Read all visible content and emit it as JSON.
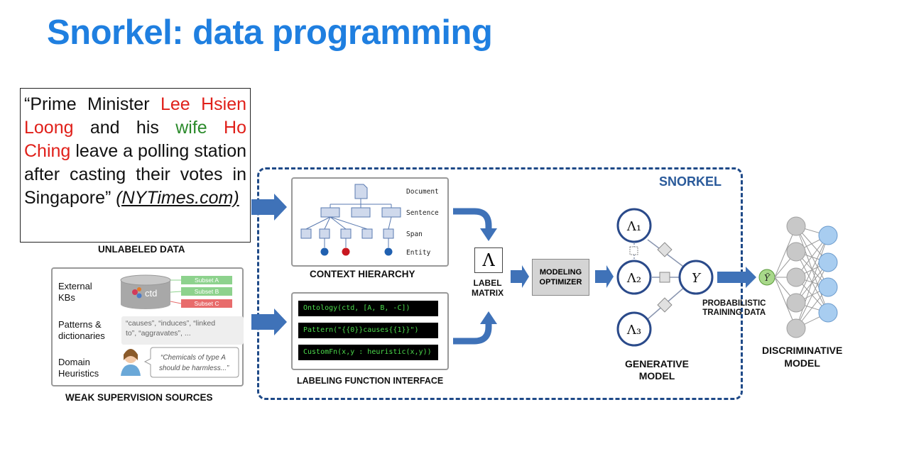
{
  "title": "Snorkel: data programming",
  "quote": {
    "open": "“Prime Minister ",
    "person": "Lee Hsien Loong",
    "mid1": " and his ",
    "relation": "wife",
    "mid2": " ",
    "spouse": "Ho Ching",
    "rest": " leave a polling station after casting their votes in Singapore”",
    "source": "(NYTimes.com)"
  },
  "labels": {
    "unlabeled": "UNLABELED DATA",
    "weak": "WEAK SUPERVISION SOURCES",
    "snorkel": "SNORKEL",
    "context": "CONTEXT HIERARCHY",
    "lfi": "LABELING FUNCTION INTERFACE",
    "label_matrix_l1": "LABEL",
    "label_matrix_l2": "MATRIX",
    "optimizer_l1": "MODELING",
    "optimizer_l2": "OPTIMIZER",
    "generative_l1": "GENERATIVE",
    "generative_l2": "MODEL",
    "prob_l1": "PROBABILISTIC",
    "prob_l2": "TRAINING DATA",
    "disc_l1": "DISCRIMINATIVE",
    "disc_l2": "MODEL"
  },
  "hierarchy_levels": [
    "Document",
    "Sentence",
    "Span",
    "Entity"
  ],
  "weak_sources": {
    "kb_l1": "External",
    "kb_l2": "KBs",
    "kb_db": "ctd",
    "subsets": [
      "Subset A",
      "Subset B",
      "Subset C"
    ],
    "patterns_l1": "Patterns &",
    "patterns_l2": "dictionaries",
    "patterns_note_l1": "“causes”, “induces”, “linked",
    "patterns_note_l2": "to”, “aggravates”, ...",
    "domain_l1": "Domain",
    "domain_l2": "Heuristics",
    "domain_note_l1": "“Chemicals of type A",
    "domain_note_l2": "should be harmless...”"
  },
  "labeling_functions": [
    "Ontology(ctd, [A, B, -C])",
    "Pattern(\"{{0}}causes{{1}}\")",
    "CustomFn(x,y : heuristic(x,y))"
  ],
  "matrix_symbol": "Λ",
  "gen_nodes": {
    "l1": "Λ₁",
    "l2": "Λ₂",
    "l3": "Λ₃",
    "y": "Y"
  },
  "y_hat": "Ỹ",
  "colors": {
    "title": "#1f7fe0",
    "arrow": "#3f72b8",
    "dashed_border": "#1f4a88",
    "red_text": "#e0201a",
    "green_text": "#2a8a2a",
    "code_text": "#4cdc4c"
  }
}
